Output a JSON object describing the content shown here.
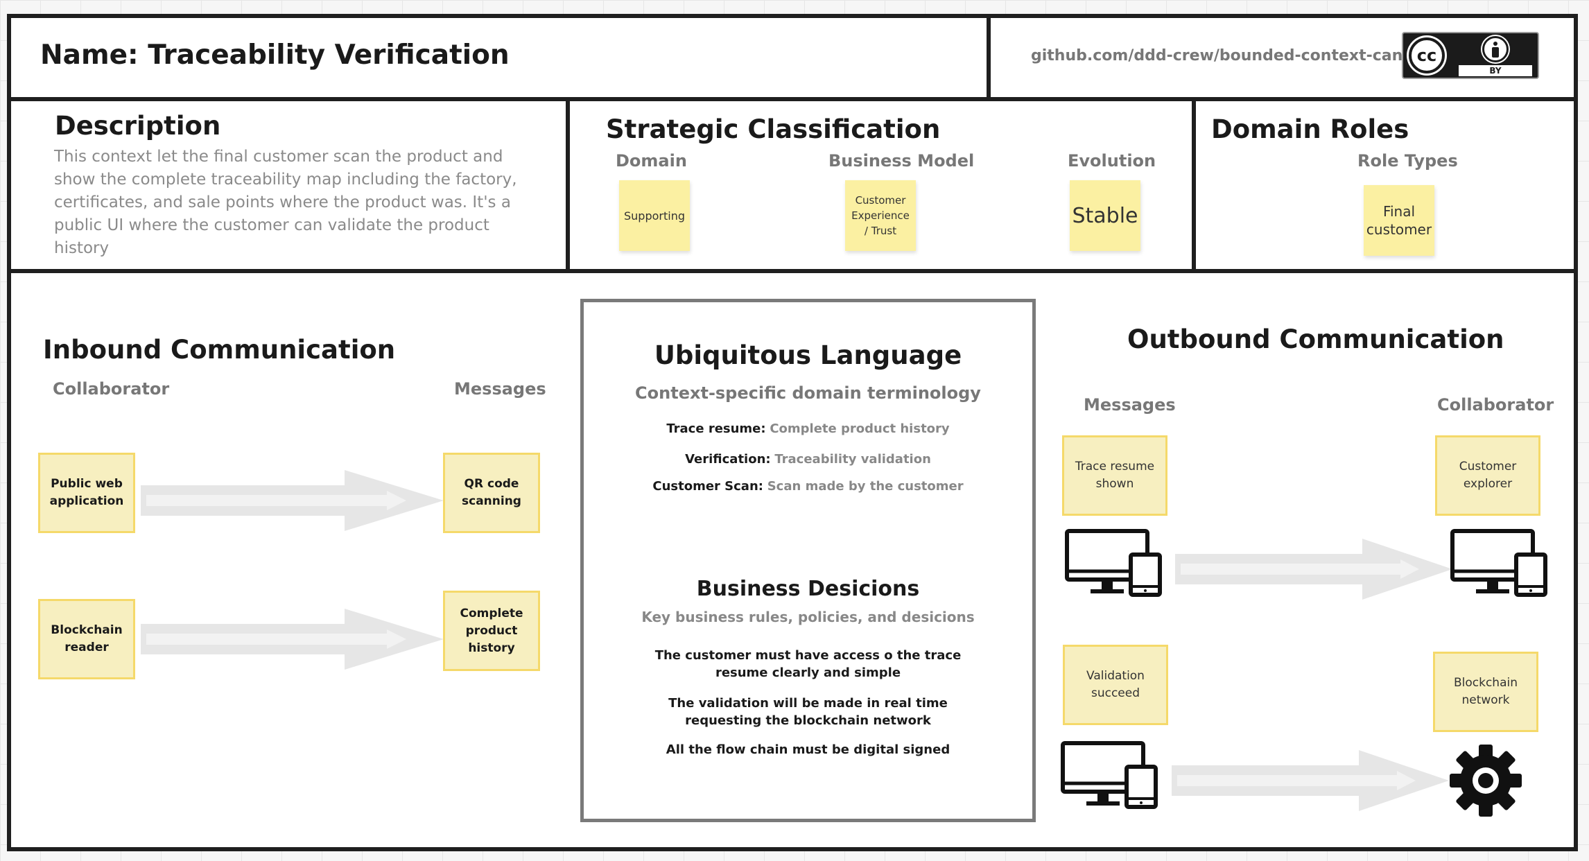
{
  "header": {
    "name": "Name: Traceability Verification",
    "repo": "github.com/ddd-crew/bounded-context-canvas",
    "license_label": "BY"
  },
  "description": {
    "title": "Description",
    "text": "This context let the final customer scan the product and show the complete traceability map including the factory, certificates, and sale points where the product was. It's a public UI where the customer can validate the product history"
  },
  "strategic": {
    "title": "Strategic Classification",
    "domain_label": "Domain",
    "business_model_label": "Business Model",
    "evolution_label": "Evolution",
    "domain_value": "Supporting",
    "business_model_value": "Customer Experience / Trust",
    "evolution_value": "Stable"
  },
  "domain_roles": {
    "title": "Domain Roles",
    "role_types_label": "Role Types",
    "role": "Final customer"
  },
  "inbound": {
    "title": "Inbound Communication",
    "collaborator_label": "Collaborator",
    "messages_label": "Messages",
    "rows": [
      {
        "collaborator": "Public web application",
        "message": "QR code scanning"
      },
      {
        "collaborator": "Blockchain reader",
        "message": "Complete product history"
      }
    ]
  },
  "ubiquitous": {
    "title": "Ubiquitous Language",
    "subtitle": "Context-specific domain terminology",
    "terms": [
      {
        "term": "Trace resume:",
        "definition": "Complete product history"
      },
      {
        "term": "Verification:",
        "definition": "Traceability validation"
      },
      {
        "term": "Customer Scan:",
        "definition": "Scan made by the customer"
      }
    ],
    "decisions_title": "Business Desicions",
    "decisions_subtitle": "Key business rules, policies, and desicions",
    "decisions": [
      "The customer must have access o the trace resume clearly and simple",
      "The validation will be made in real time requesting the blockchain network",
      "All the flow chain must be digital signed"
    ]
  },
  "outbound": {
    "title": "Outbound Communication",
    "messages_label": "Messages",
    "collaborator_label": "Collaborator",
    "rows": [
      {
        "message": "Trace resume shown",
        "collaborator": "Customer explorer",
        "source_icon": "devices-icon",
        "target_icon": "devices-icon"
      },
      {
        "message": "Validation succeed",
        "collaborator": "Blockchain network",
        "source_icon": "devices-icon",
        "target_icon": "gear-icon"
      }
    ]
  },
  "colors": {
    "sticky": "#fbf0a2",
    "card_fill": "#f7efc0",
    "card_border": "#f5d96a",
    "arrow": "#e6e6e6",
    "frame": "#1f1f1f"
  }
}
